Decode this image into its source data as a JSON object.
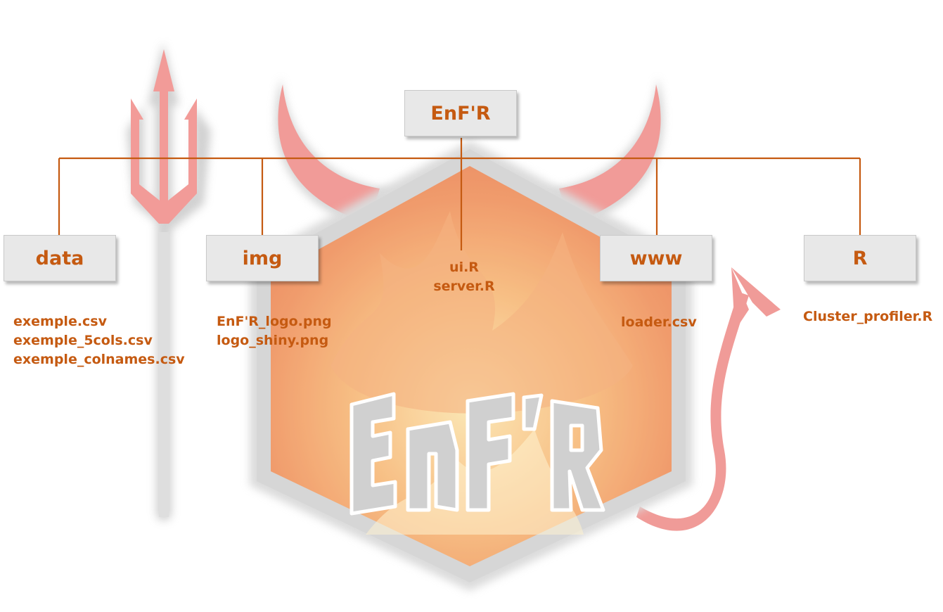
{
  "root": {
    "label": "EnF'R"
  },
  "folders": [
    {
      "label": "data",
      "files": [
        "exemple.csv",
        "exemple_5cols.csv",
        "exemple_colnames.csv"
      ]
    },
    {
      "label": "img",
      "files": [
        "EnF'R_logo.png",
        "logo_shiny.png"
      ]
    },
    {
      "label": "www",
      "files": [
        "loader.csv"
      ]
    },
    {
      "label": "R",
      "files": [
        "Cluster_profiler.R"
      ]
    }
  ],
  "root_files": [
    "ui.R",
    "server.R"
  ],
  "logo": {
    "text": "EnF'R"
  },
  "colors": {
    "accent": "#c55a11",
    "box_fill": "#e8e8e8",
    "box_border": "#c9c9c9"
  }
}
